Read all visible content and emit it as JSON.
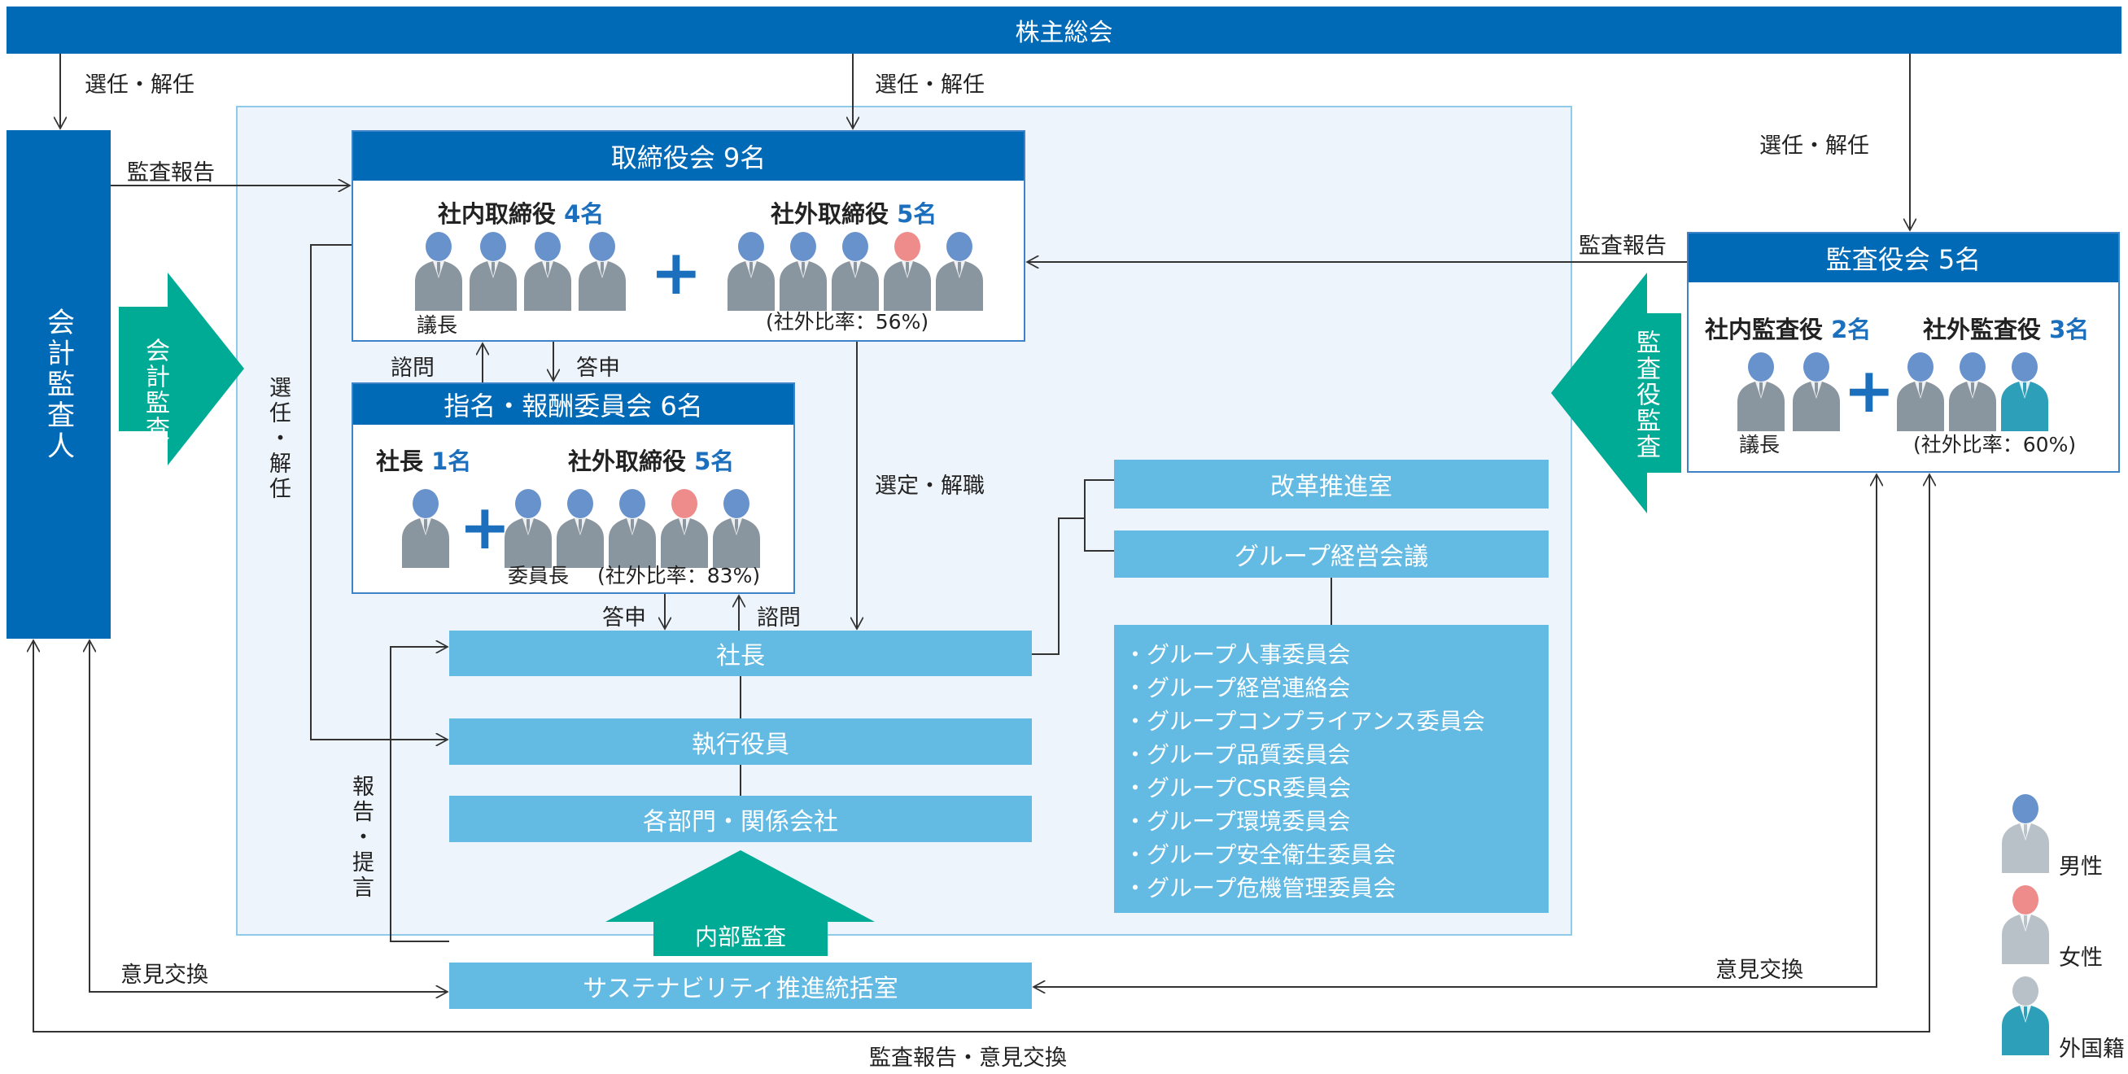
{
  "shareholders_meeting": "株主総会",
  "arrows": {
    "elect_dismiss_left": "選任・解任",
    "elect_dismiss_center": "選任・解任",
    "elect_dismiss_right": "選任・解任",
    "elect_dismiss_vertical": "選任・解任",
    "audit_report_left": "監査報告",
    "audit_report_right": "監査報告",
    "consult_top": "諮問",
    "report_top": "答申",
    "report_bottom": "答申",
    "consult_bottom": "諮問",
    "appoint_remove": "選定・解職",
    "report_propose": "報告・提言",
    "opinion_exchange_left": "意見交換",
    "opinion_exchange_right": "意見交換",
    "audit_report_exchange": "監査報告・意見交換"
  },
  "accounting_auditor": {
    "title": "会計監査人",
    "arrow_label": "会計監査"
  },
  "board": {
    "title": "取締役会 9名",
    "inside": {
      "label": "社内取締役",
      "count": "4名",
      "members": [
        "male",
        "male",
        "male",
        "male"
      ],
      "chair_note": "議長"
    },
    "outside": {
      "label": "社外取締役",
      "count": "5名",
      "members": [
        "male",
        "male",
        "male",
        "female",
        "male"
      ],
      "ratio_note": "(社外比率：56%)"
    },
    "outside_ratio_percent": 56
  },
  "nomination_committee": {
    "title": "指名・報酬委員会 6名",
    "president": {
      "label": "社長",
      "count": "1名",
      "members": [
        "male"
      ]
    },
    "outside": {
      "label": "社外取締役",
      "count": "5名",
      "members": [
        "male",
        "male",
        "male",
        "female",
        "male"
      ],
      "chair_note": "委員長",
      "ratio_note": "(社外比率：83%)"
    },
    "outside_ratio_percent": 83
  },
  "audit_board": {
    "title": "監査役会 5名",
    "inside": {
      "label": "社内監査役",
      "count": "2名",
      "members": [
        "male",
        "male"
      ],
      "chair_note": "議長"
    },
    "outside": {
      "label": "社外監査役",
      "count": "3名",
      "members": [
        "male",
        "male",
        "foreign"
      ],
      "ratio_note": "(社外比率：60%)"
    },
    "outside_ratio_percent": 60,
    "arrow_label": "監査役監査"
  },
  "executive": {
    "president": "社長",
    "officers": "執行役員",
    "divisions": "各部門・関係会社",
    "internal_audit": "内部監査",
    "sustainability": "サステナビリティ推進統括室"
  },
  "right_org": {
    "reform_office": "改革推進室",
    "group_mgmt_meeting": "グループ経営会議",
    "committees": [
      "・グループ人事委員会",
      "・グループ経営連絡会",
      "・グループコンプライアンス委員会",
      "・グループ品質委員会",
      "・グループCSR委員会",
      "・グループ環境委員会",
      "・グループ安全衛生委員会",
      "・グループ危機管理委員会"
    ]
  },
  "legend": [
    {
      "type": "male",
      "label": "男性"
    },
    {
      "type": "female",
      "label": "女性"
    },
    {
      "type": "foreign",
      "label": "外国籍"
    }
  ],
  "colors": {
    "dark_blue": "#006ab6",
    "light_blue": "#63bae2",
    "teal": "#00ab96",
    "male_head": "#6892cc",
    "female_head": "#ee8b8b",
    "body_gray": "#8a969f",
    "foreign_body": "#2e9fb8",
    "count_blue": "#1b6fbd"
  }
}
